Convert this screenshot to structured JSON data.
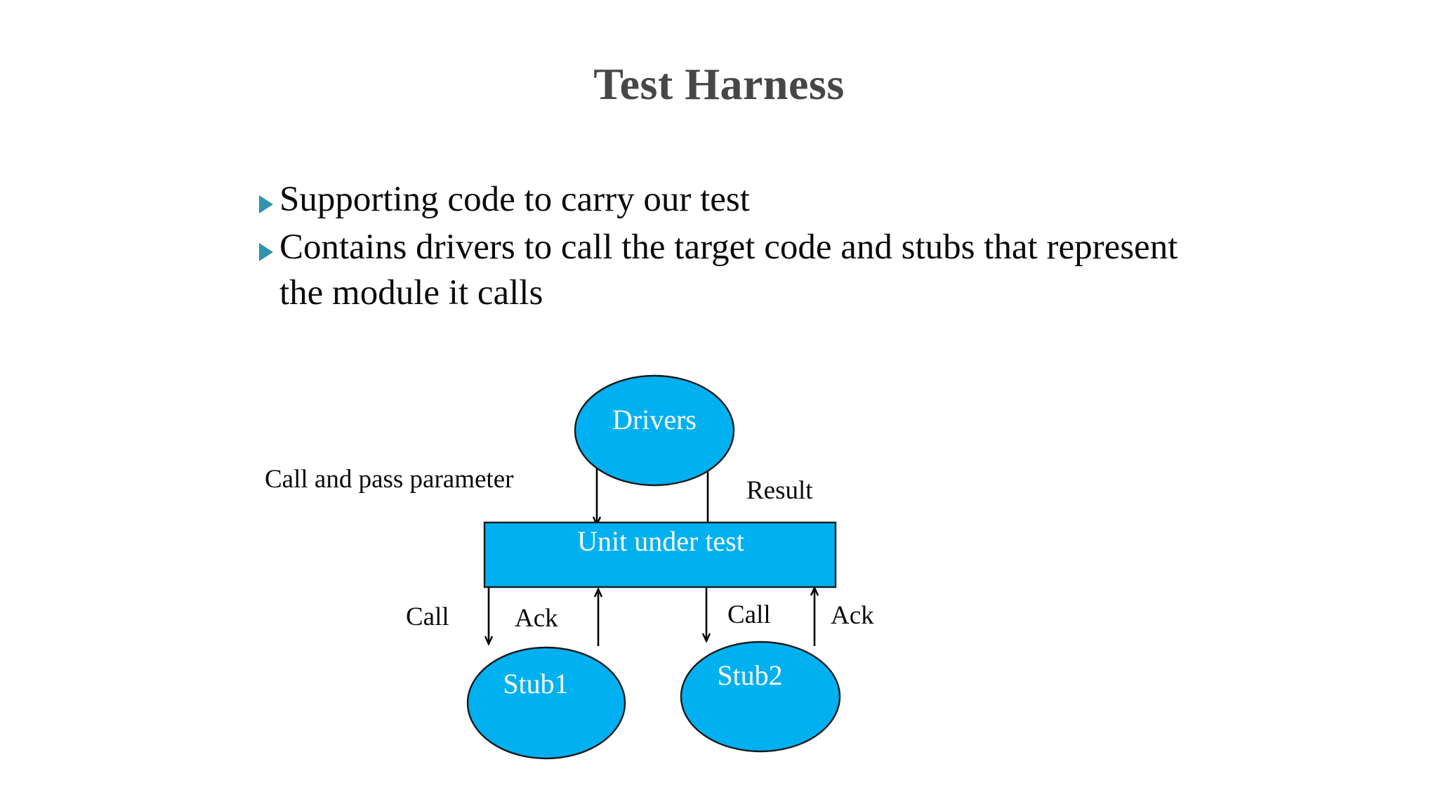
{
  "slide": {
    "title": "Test Harness",
    "title_color": "#474747",
    "background": "#ffffff"
  },
  "bullets": {
    "marker_color": "#3193b0",
    "items": [
      {
        "text": "Supporting code to carry our test"
      },
      {
        "text": "Contains drivers to call the target code and stubs that represent the module it calls"
      }
    ]
  },
  "diagram": {
    "shape_fill": "#00b0f0",
    "shape_stroke": "#1a1a1a",
    "label_color": "#ffffff",
    "edge_label_color": "#0a0a0a",
    "nodes": [
      {
        "id": "drivers",
        "label": "Drivers",
        "type": "ellipse"
      },
      {
        "id": "unit-under-test",
        "label": "Unit under test",
        "type": "rectangle"
      },
      {
        "id": "stub1",
        "label": "Stub1",
        "type": "ellipse"
      },
      {
        "id": "stub2",
        "label": "Stub2",
        "type": "ellipse"
      }
    ],
    "edges": [
      {
        "id": "drivers-to-unit",
        "label": "Call and pass parameter",
        "from": "drivers",
        "to": "unit-under-test",
        "direction": "down"
      },
      {
        "id": "unit-to-drivers",
        "label": "Result",
        "from": "unit-under-test",
        "to": "drivers",
        "direction": "up"
      },
      {
        "id": "unit-to-stub1",
        "label": "Call",
        "from": "unit-under-test",
        "to": "stub1",
        "direction": "down"
      },
      {
        "id": "stub1-to-unit",
        "label": "Ack",
        "from": "stub1",
        "to": "unit-under-test",
        "direction": "up"
      },
      {
        "id": "unit-to-stub2",
        "label": "Call",
        "from": "unit-under-test",
        "to": "stub2",
        "direction": "down"
      },
      {
        "id": "stub2-to-unit",
        "label": "Ack",
        "from": "stub2",
        "to": "unit-under-test",
        "direction": "up"
      }
    ]
  }
}
